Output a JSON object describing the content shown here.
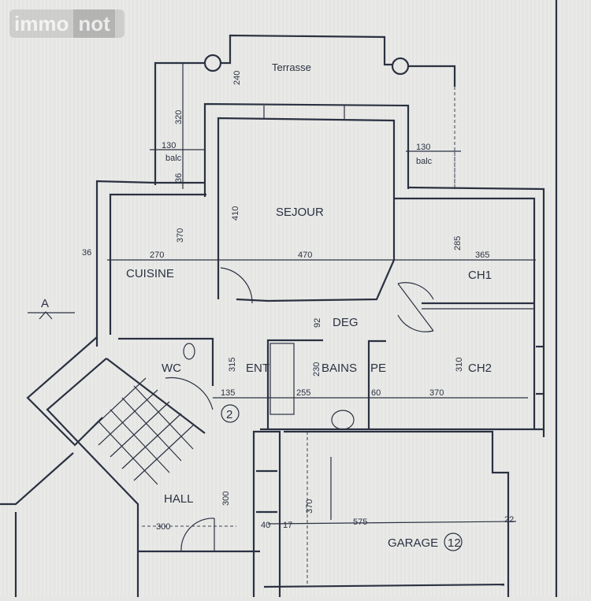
{
  "watermark": {
    "part1": "immo",
    "part2": "not"
  },
  "rooms": {
    "terrasse": "Terrasse",
    "sejour": "SEJOUR",
    "cuisine": "CUISINE",
    "ch1": "CH1",
    "deg": "DEG",
    "wc": "WC",
    "ent": "ENT",
    "bains": "BAINS",
    "pe": "PE",
    "ch2": "CH2",
    "hall": "HALL",
    "garage": "GARAGE",
    "garage_num": "12",
    "stair_num": "2",
    "section_mark": "A"
  },
  "balconies": {
    "left_width": "130",
    "left_label": "balc",
    "right_width": "130",
    "right_label": "balc"
  },
  "dimensions": {
    "terrasse_depth": "240",
    "terrasse_side": "320",
    "balc_depth": "36",
    "sejour_depth": "410",
    "cuisine_depth": "370",
    "wall_left": "36",
    "cuisine_width": "270",
    "sejour_width": "470",
    "ch1_width": "365",
    "ch1_depth": "285",
    "deg_width": "92",
    "ent_depth": "315",
    "bains_depth": "230",
    "ch2_depth": "310",
    "ent_width": "135",
    "bains_width": "255",
    "pe_width": "60",
    "ch2_width": "370",
    "hall_depth": "300",
    "hall_width": "300",
    "garage_depth": "370",
    "garage_width": "575",
    "wall_40": "40",
    "wall_17": "17",
    "wall_22": "22"
  }
}
